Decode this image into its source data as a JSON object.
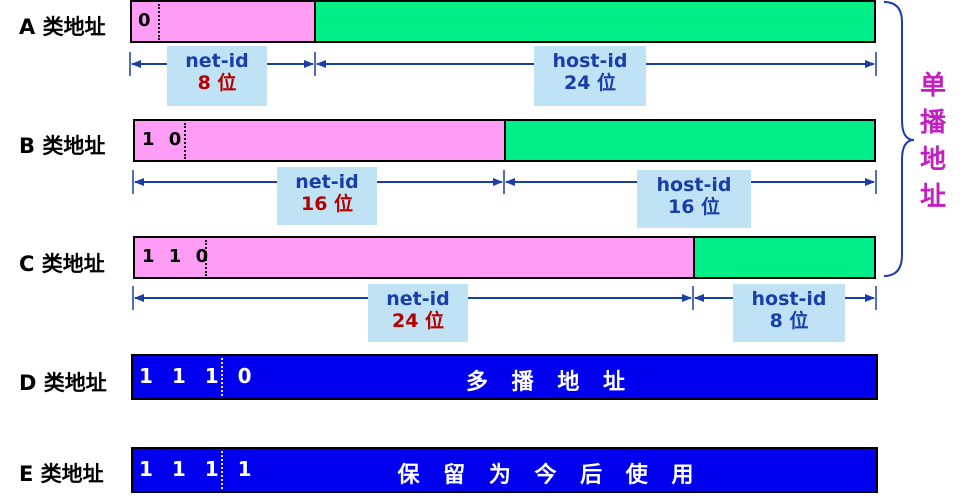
{
  "classes": {
    "a": {
      "label": "A 类地址",
      "prefix": "0",
      "net": {
        "name": "net-id",
        "bits": "8 位"
      },
      "host": {
        "name": "host-id",
        "bits": "24 位"
      }
    },
    "b": {
      "label": "B 类地址",
      "prefix": "1 0",
      "net": {
        "name": "net-id",
        "bits": "16 位"
      },
      "host": {
        "name": "host-id",
        "bits": "16 位"
      }
    },
    "c": {
      "label": "C 类地址",
      "prefix": "1 1 0",
      "net": {
        "name": "net-id",
        "bits": "24 位"
      },
      "host": {
        "name": "host-id",
        "bits": "8 位"
      }
    },
    "d": {
      "label": "D 类地址",
      "prefix": "1 1 1 0",
      "title": "多 播 地 址"
    },
    "e": {
      "label": "E 类地址",
      "prefix": "1 1 1 1",
      "title": "保 留 为 今 后 使 用"
    }
  },
  "unicast_label": [
    "单",
    "播",
    "地",
    "址"
  ],
  "colors": {
    "net_fill": "#ff9cf6",
    "host_fill": "#00ee88",
    "multicast_fill": "#0000ee",
    "box_fill": "#bfe2f4",
    "arrow": "#1a3ea8",
    "unicast_text": "#c21ec2"
  }
}
